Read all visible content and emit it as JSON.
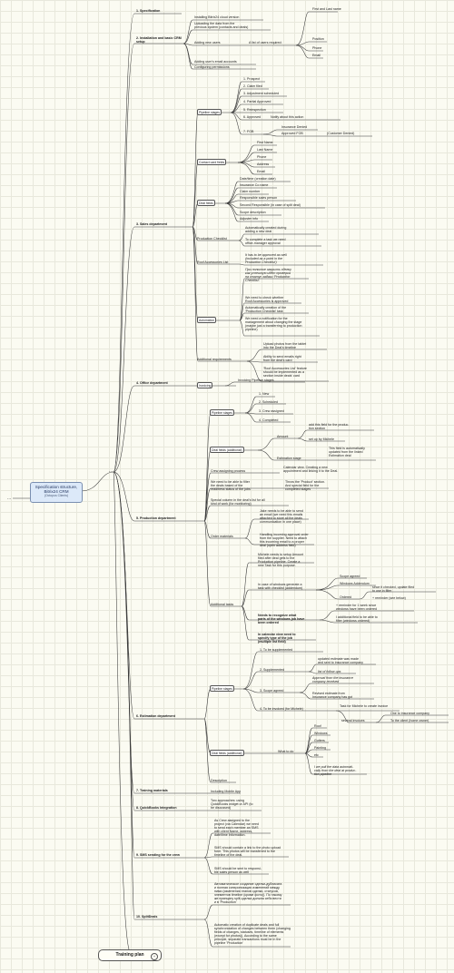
{
  "root": {
    "title": "Specification structure, Bitrix24 CRM",
    "subtitle": "(Octopus Clients)"
  },
  "ellipsis_left": "...",
  "ellipsis_mid": "...",
  "sections": [
    {
      "id": "s1",
      "label": "1. Specification"
    },
    {
      "id": "s2",
      "label": "2. Installation and basic CRM setup"
    },
    {
      "id": "s3",
      "label": "3. Sales department"
    },
    {
      "id": "s4",
      "label": "4. Office department"
    },
    {
      "id": "s5",
      "label": "5. Production department"
    },
    {
      "id": "s6",
      "label": "6. Estimation department"
    },
    {
      "id": "s7",
      "label": "7. Training materials"
    },
    {
      "id": "s8",
      "label": "8. QuickBooks Integration"
    },
    {
      "id": "s9",
      "label": "9. SMS sending for the crew"
    },
    {
      "id": "s10",
      "label": "10. SplitDeals"
    }
  ],
  "install": {
    "cloud": "Installing Bitrix24 cloud version",
    "upload1": "Uploading the data from the",
    "upload2": "previous system (contacts and deals)",
    "add_users": "Adding new users",
    "users_list": "A list of users required:",
    "fields": [
      "First and Last name",
      "Position",
      "Phone",
      "Email"
    ],
    "emails": "Adding user's email accounts",
    "perms": "Configuring permissions"
  },
  "sales": {
    "pipeline_label": "Pipeline stages",
    "stages": [
      "1. Prospect",
      "2. Claim filed",
      "3. Adjustment scheduled",
      "4. Partial Approved",
      "5. Reinspection",
      "6. Approved",
      "7. FOB"
    ],
    "notify": "Notify about this action",
    "ins_denied": "Insurance Denied",
    "approved_fob": "Approved FOB",
    "cust_denied": "(Customer Denied)",
    "contact_label": "Contact card fields",
    "contact_fields": [
      "First Name",
      "Last Name",
      "Phone",
      "Address",
      "Email"
    ],
    "deal_label": "Deal fields",
    "deal_fields": [
      "Date/time (creation date)",
      "Insurance Co name",
      "Claim number",
      "Responsible sales person",
      "Second Responsible (in case of split deal)",
      "Scope description",
      "Adjuster info"
    ],
    "prod_check_label": "Production Checklist",
    "prod_check": [
      "Automatically created during",
      "adding a new deal",
      "To complete a task we need",
      "office-manager approval"
    ],
    "roof_label": "Roof Accessories List",
    "roof": [
      "It has to be approved as well",
      "(included as a point in the",
      "Production Checklist')"
    ],
    "auto_label": "Automation",
    "auto": [
      "При попытке закрыть сделку",
      "как успешную идёт проверка",
      "на статус задачи 'Production",
      "Checklist'.",
      "We need to check whether",
      "Roof Accessories is approved",
      "Automatically creation of the",
      "'Production Checklist' task",
      "We need a notification for the",
      "management about changing the stage",
      "(maybe just a transferring to production",
      "pipeline)"
    ],
    "addreq_label": "Additional requirements",
    "addreq": [
      "Upload photos from the tablet",
      "into the Deal's timeline",
      "Ability to send emails right",
      "from the deal's card",
      "'Roof Accessories List' feature",
      "should be implemented as a",
      "section inside deals' card"
    ]
  },
  "office": {
    "invoicing": "Invoicing",
    "pipeline": "Invoicing Pipeline stages"
  },
  "production": {
    "pipeline_label": "Pipeline stages",
    "stages": [
      "1. New",
      "2. Scheduled",
      "3. Crew assigned",
      "4. Completed"
    ],
    "dealfields_label": "Deal fields (additional)",
    "amount": "Amount",
    "amount_notes": [
      "add this field for the produc-",
      "tion section",
      "set up by Michele"
    ],
    "est_stage": "Estimation stage",
    "est_notes": [
      "This field is automatically",
      "updated from the linked",
      "Estimation deal"
    ],
    "crew_label": "Crew assigning process",
    "crew_notes": [
      "Calendar view. Creating a new",
      "appointment and linking it to the Deal."
    ],
    "filter1": [
      "We need to be able to filter",
      "the deals based of the",
      "readiness status of the jobs"
    ],
    "filter2": [
      "Throw the 'Product' section.",
      "And special field for the",
      "completed stages"
    ],
    "special": [
      "Special column in the deal's list for all",
      "kind of work (for monitoring)"
    ],
    "order_label": "Order materials",
    "order1": [
      "Jake needs to be able to send",
      "an email (we need this emails",
      "attached to store all the deals",
      "communication in one place)"
    ],
    "order2": [
      "Handling incoming approval order",
      "from the supplier. Need to attach",
      "this incoming email to a proper",
      "deal (open address field)"
    ],
    "addtasks_label": "Additional tasks",
    "addtasks1": [
      "Michele needs to setup Amount",
      "filed after deal gets to the",
      "Production pipeline. Create a",
      "new Task for this purpose."
    ],
    "addtasks2": [
      "In case of windows generate a",
      "task with checklist (addendum)"
    ],
    "scope": "Scope agreed",
    "addendum": "Windows Addendum",
    "ordered": "Ordered",
    "ordered_notes": [
      "since it checked, update filed",
      "to use in filter",
      "+ reminder (see below)"
    ],
    "recognize": [
      "Needs to recognize what",
      "parts of the windows job have",
      "been ordered"
    ],
    "reminder": [
      "+ reminder for 1 week since",
      "windows have been ordered",
      "I additional field to be able to",
      "filter (windows ordered)"
    ],
    "calendar": [
      "In calendar view need to",
      "specify type of the job",
      "(multiple list field)"
    ]
  },
  "estimation": {
    "pipeline_label": "Pipeline stages",
    "stages": [
      "1. To be supplemented",
      "2. Supplemented",
      "3. Scope agreed",
      "4. To be invoiced (for Michele)"
    ],
    "supp_notes": [
      "updated estimate was made",
      "and sent to insurance company",
      "list of follow ups"
    ],
    "scope_notes": [
      "Approval from the insurance",
      "company received",
      "Revised estimate from",
      "Insurance company has got"
    ],
    "task_michele": "Task for Michele to create invoice",
    "several": "several invoices",
    "one_ins": "One to insurance company",
    "to_client": "To the client (home owner)",
    "dealfields_label": "Deal fields (additional)",
    "what_to_do": "What to do",
    "todo": [
      "Roof",
      "Windows",
      "Gutters",
      "Painting",
      "etc"
    ],
    "pull": [
      "I we pull the data automati-",
      "cally from the deal at produc-",
      "tion pipeline"
    ],
    "description": "Description"
  },
  "training": {
    "note": "Including Mobile App"
  },
  "quickbooks": {
    "note": [
      "Two approaches: using",
      "QuickBooks widget or API (to",
      "be discussed)"
    ]
  },
  "sms": {
    "n1": [
      "As Crew assigned to the",
      "project (via Calendar) we need",
      "to send each member an SMS",
      "with client Name, address,",
      "date/time information."
    ],
    "n2": [
      "SMS should contain a link to the photo upload",
      "form. This photos will be transferred to the",
      "timeline of the deal."
    ],
    "n3": [
      "SMS should be sent to responsi-",
      "ble sales person as well"
    ]
  },
  "split": {
    "n1": [
      "Автоматическое создание сделки-дубликата",
      "и полная синхронизация изменений между",
      "ними (изменения этапов сделки, статусов,",
      "элементов timeline (кроме фото)). По такому",
      "же принципу split-сделка должна себя вести",
      "и в 'Production'"
    ],
    "n2": [
      "Automatic creation of duplicate deals and full",
      "synchronization of changes between them (changing",
      "fields of changes, statuses, timeline of elements",
      "(except for photos)). According to the same",
      "principle, separate transactions must be in the",
      "pipeline 'Production'"
    ]
  },
  "training_plan": {
    "label": "Training plan",
    "badge": "+"
  }
}
